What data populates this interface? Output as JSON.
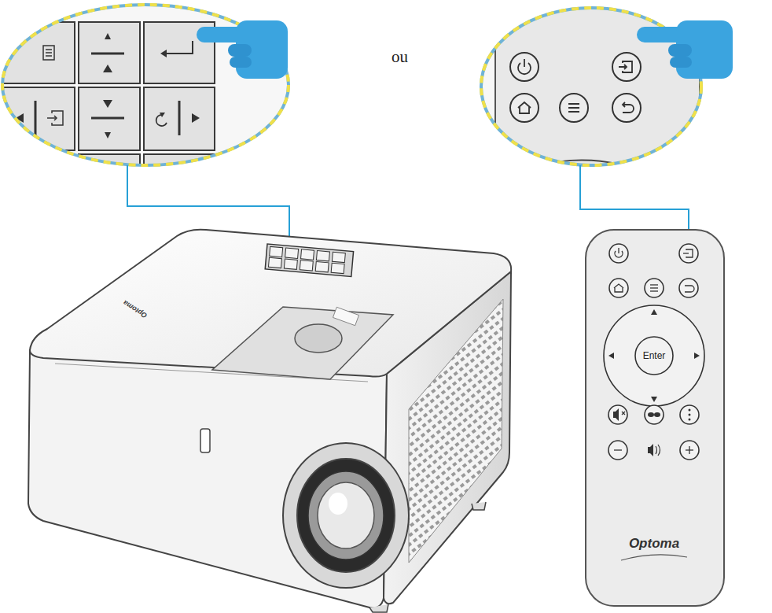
{
  "diagram": {
    "labels": [
      "ou",
      "Enter",
      "Optoma",
      "Optoma"
    ]
  }
}
